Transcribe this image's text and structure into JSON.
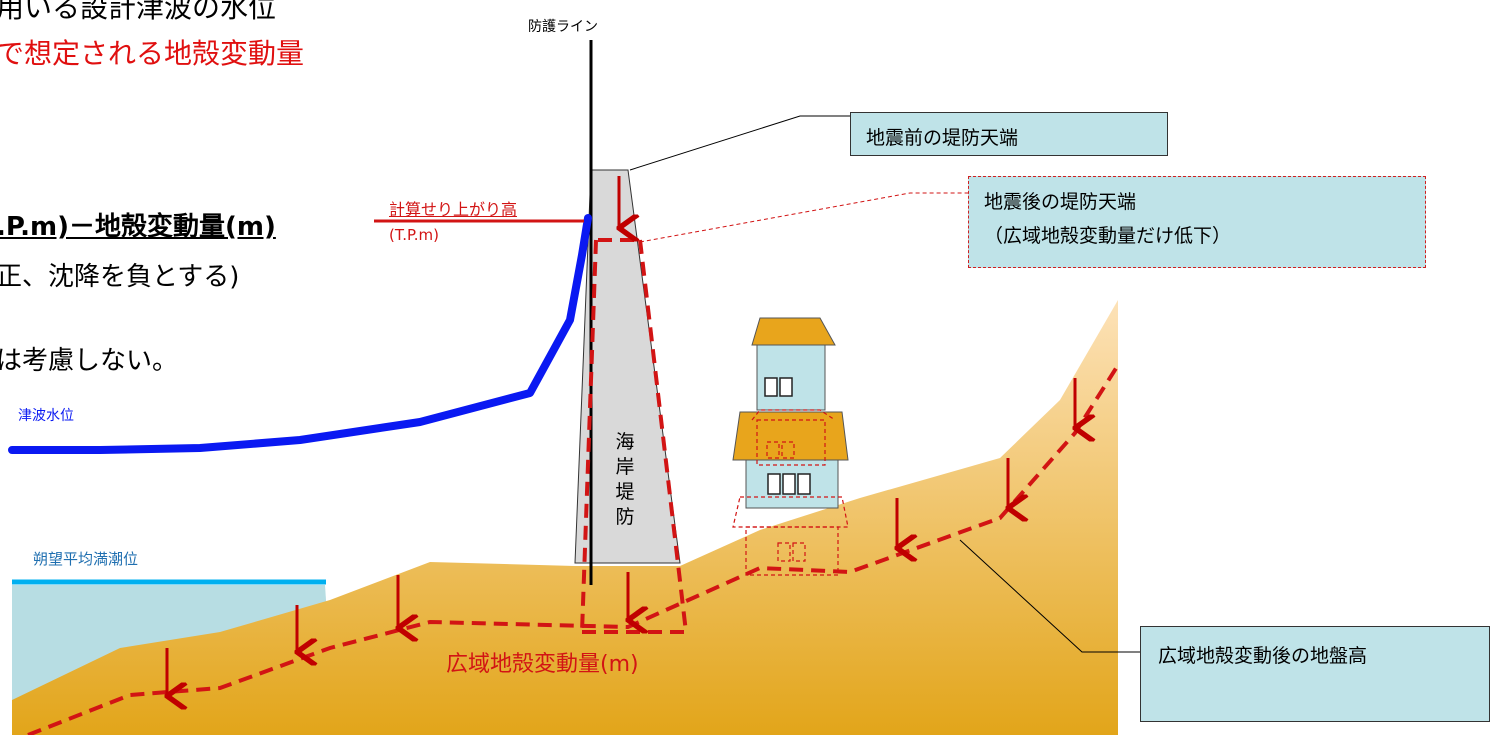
{
  "colors": {
    "sea": "#b7dde3",
    "ground_top": "#fde2b8",
    "ground_bottom": "#e2a51a",
    "dike": "#d9d9d9",
    "tsunami_line": "#0a19f2",
    "tide_line": "#00b0f0",
    "red": "#d21414",
    "label_box": "#bfe3e8"
  },
  "top_text": {
    "line1": "用いる設計津波の水位",
    "line2": "で想定される地殻変動量"
  },
  "formula": {
    "line1": ".P.m)－地殻変動量(m)",
    "line2": "正、沈降を負とする)",
    "line3": "は考慮しない。"
  },
  "labels": {
    "protection_line": "防護ライン",
    "calc_runup": "計算せり上がり高",
    "tp_unit": "(T.P.m)",
    "tsunami_level": "津波水位",
    "mean_high_tide": "朔望平均満潮位",
    "dike_chars": [
      "海",
      "岸",
      "堤",
      "防"
    ],
    "crustal_movement": "広域地殻変動量(m)"
  },
  "callouts": {
    "before_crest": "地震前の堤防天端",
    "after_crest_line1": "地震後の堤防天端",
    "after_crest_line2": "（広域地殻変動量だけ低下）",
    "ground_after": "広域地殻変動後の地盤高"
  }
}
